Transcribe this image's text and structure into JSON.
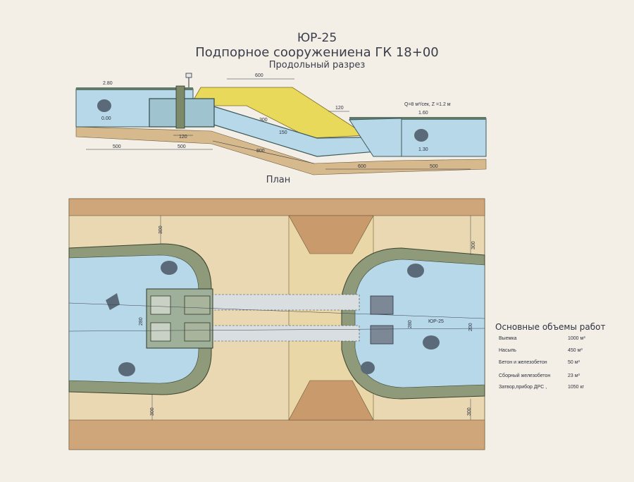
{
  "titles": {
    "code": "ЮР-25",
    "main": "Подпорное сооружениена ГК 18+00",
    "section": "Продольный разрез",
    "plan": "План"
  },
  "section_labels": {
    "d600_top": "600",
    "d120_right": "120",
    "d120_left": "120",
    "d500_l1": "500",
    "d500_l2": "500",
    "d800": "800",
    "d600_b": "600",
    "d500_r": "500",
    "d300": "300",
    "d150": "150",
    "e280": "2.80",
    "e000": "0.00",
    "e160": "1.60",
    "e130": "1.30",
    "q": "Q=8 м³/сек, Z =1.2 м"
  },
  "plan_labels": {
    "d300_tl": "300",
    "d300_bl": "300",
    "d300_tr": "300",
    "d300_br": "300",
    "d280_l": "280",
    "d280_r": "280",
    "d200_r": "200",
    "yr25": "ЮР-25"
  },
  "volumes": {
    "title": "Основные объемы работ",
    "rows": [
      {
        "name": "Выемка",
        "value": "1000 м³"
      },
      {
        "name": "Насыпь",
        "value": "450 м³"
      },
      {
        "name": "Бетон и железобетон",
        "value": "50 м³"
      },
      {
        "name": "Сборный железобетон",
        "value": "23 м³"
      },
      {
        "name": "Затвор,прибор ДРС ,",
        "value": "1050 кг"
      }
    ]
  },
  "colors": {
    "water": "#b7d8e8",
    "embankment": "#e9d95a",
    "soil": "#d8b98a",
    "land": "#ead8b2",
    "concrete": "#8f9a7a",
    "road": "#cfa57a"
  }
}
